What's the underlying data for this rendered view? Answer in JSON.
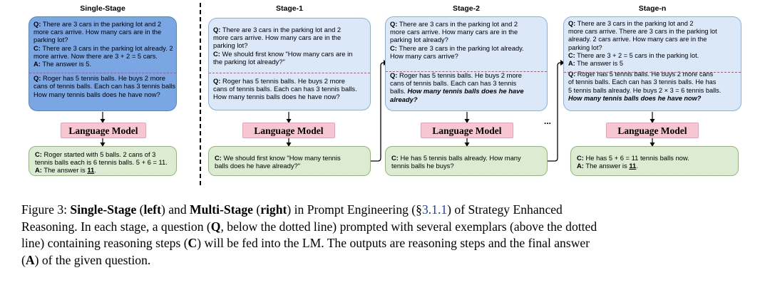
{
  "columns": {
    "single": {
      "title": "Single-Stage",
      "exemplar": {
        "q_label": "Q:",
        "q": " There are 3 cars in the parking lot and 2",
        "q2": "more cars arrive. How many cars are in the",
        "q3": "parking lot?",
        "c_label": "C:",
        "c": " There are 3 cars in the parking lot already. 2",
        "c2": "more arrive. Now there are 3 + 2 = 5 cars.",
        "a_label": "A:",
        "a": " The answer is 5."
      },
      "question": {
        "q_label": "Q:",
        "q": " Roger has 5 tennis balls. He buys 2 more",
        "q2": "cans of tennis balls. Each can has 3 tennis balls.",
        "q3": "How many tennis balls does he have now?"
      },
      "output": {
        "c_label": "C:",
        "c": " Roger started with 5 balls. 2 cans of 3",
        "c2": "tennis balls each is 6 tennis balls. 5 + 6 = 11.",
        "a_label": "A:",
        "a": " The answer is ",
        "a_value": "11",
        "a_end": "."
      }
    },
    "stage1": {
      "title": "Stage-1",
      "exemplar": {
        "q_label": "Q:",
        "q": " There are 3 cars in the parking lot and 2",
        "q2": "more cars arrive. How many cars are in the",
        "q3": "parking lot?",
        "c_label": "C:",
        "c": " We should first know \"How many cars are in",
        "c2": "the parking lot already?\""
      },
      "question": {
        "q_label": "Q:",
        "q": " Roger has 5 tennis balls. He buys 2 more",
        "q2": "cans of tennis balls. Each can has 3 tennis balls.",
        "q3": "How many tennis balls does he have now?"
      },
      "output": {
        "c_label": "C:",
        "c": " We should first know \"How many tennis",
        "c2": "balls does he have already?\""
      }
    },
    "stage2": {
      "title": "Stage-2",
      "exemplar": {
        "q_label": "Q:",
        "q": " There are 3 cars in the parking lot and 2",
        "q2": "more cars arrive. How many cars are in the",
        "q3": "parking lot already?",
        "c_label": "C:",
        "c": " There are 3 cars in the parking lot already.",
        "c2": "How many cars arrive?"
      },
      "question": {
        "q_label": "Q:",
        "q": " Roger has 5 tennis balls. He buys 2 more",
        "q2": "cans of tennis balls. Each can has 3 tennis",
        "q3": "balls. ",
        "q3_bi": "How many tennis balls does he have",
        "q4_bi": "already?"
      },
      "output": {
        "c_label": "C:",
        "c": " He has 5 tennis balls already. How many",
        "c2": "tennis balls he buys?"
      }
    },
    "stagen": {
      "title": "Stage-n",
      "exemplar": {
        "q_label": "Q:",
        "q": " There are 3 cars in the parking lot and 2",
        "q2": "more cars arrive. There are 3 cars in the parking lot",
        "q3": "already. 2 cars arrive. How many cars are in the",
        "q4": "parking lot?",
        "c_label": "C:",
        "c": " There  are 3 + 2 = 5 cars in the parking lot.",
        "a_label": "A:",
        "a": " The answer is 5"
      },
      "question": {
        "q_label": "Q:",
        "q": " Roger has 5 tennis balls. He buys 2 more cans",
        "q2": "of tennis balls. Each can has 3 tennis balls. He has",
        "q3": "5 tennis balls already. He buys 2 × 3 = 6 tennis balls.",
        "q4_bi": "How many tennis balls does he have now?"
      },
      "output": {
        "c_label": "C:",
        "c": " He has 5 + 6 = 11 tennis balls now.",
        "a_label": "A:",
        "a": " The answer is ",
        "a_value": "11",
        "a_end": "."
      }
    }
  },
  "model_label": "Language Model",
  "ellipsis": "...",
  "caption": {
    "fig": "Figure 3: ",
    "single": "Single-Stage",
    "p1": " (",
    "left": "left",
    "p2": ") and ",
    "multi": "Multi-Stage",
    "p3": " (",
    "right": "right",
    "p4": ") in Prompt Engineering (§",
    "ref": "3.1.1",
    "p5": ") of Strategy Enhanced",
    "p6": "Reasoning. In each stage, a question (",
    "q": "Q",
    "p7": ", below the dotted line) prompted with several exemplars (above the dotted",
    "p8": "line) containing reasoning steps (",
    "c": "C",
    "p9": ") will be fed into the LM. The outputs are reasoning steps and the final answer",
    "p10": "(",
    "a": "A",
    "p11": ") of the given question."
  }
}
